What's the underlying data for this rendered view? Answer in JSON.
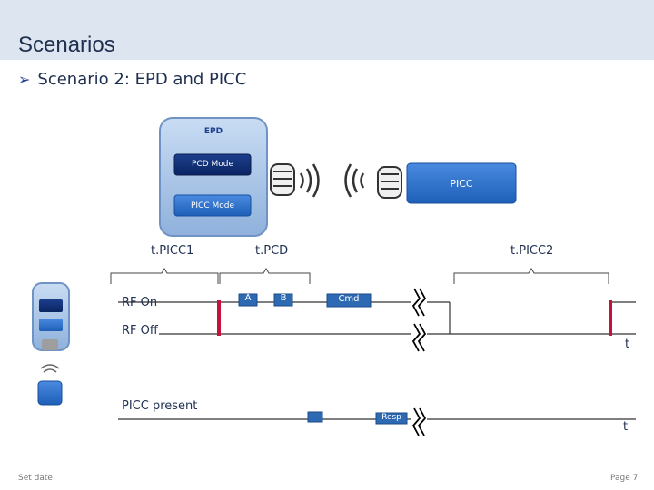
{
  "header": {
    "title": "Scenarios"
  },
  "bullet": {
    "text": "Scenario 2: EPD and PICC"
  },
  "diagram": {
    "epd_label": "EPD",
    "pcd_mode_label": "PCD Mode",
    "picc_mode_label": "PICC Mode",
    "picc_label": "PICC",
    "timings": {
      "tpicc1": "t.PICC1",
      "tpcd": "t.PCD",
      "tpicc2": "t.PICC2"
    },
    "rows": {
      "rf_on": "RF On",
      "rf_off": "RF Off",
      "picc_present": "PICC present"
    },
    "frames": {
      "a": "A",
      "b": "B",
      "cmd": "Cmd",
      "resp": "Resp"
    },
    "time_axis_1": "t",
    "time_axis_2": "t"
  },
  "footer": {
    "left": "Set date",
    "right": "Page 7"
  },
  "colors": {
    "frame_blue": "#2e6ab3",
    "dark_navy": "#0d2a6a",
    "red_marker": "#c4123a"
  }
}
